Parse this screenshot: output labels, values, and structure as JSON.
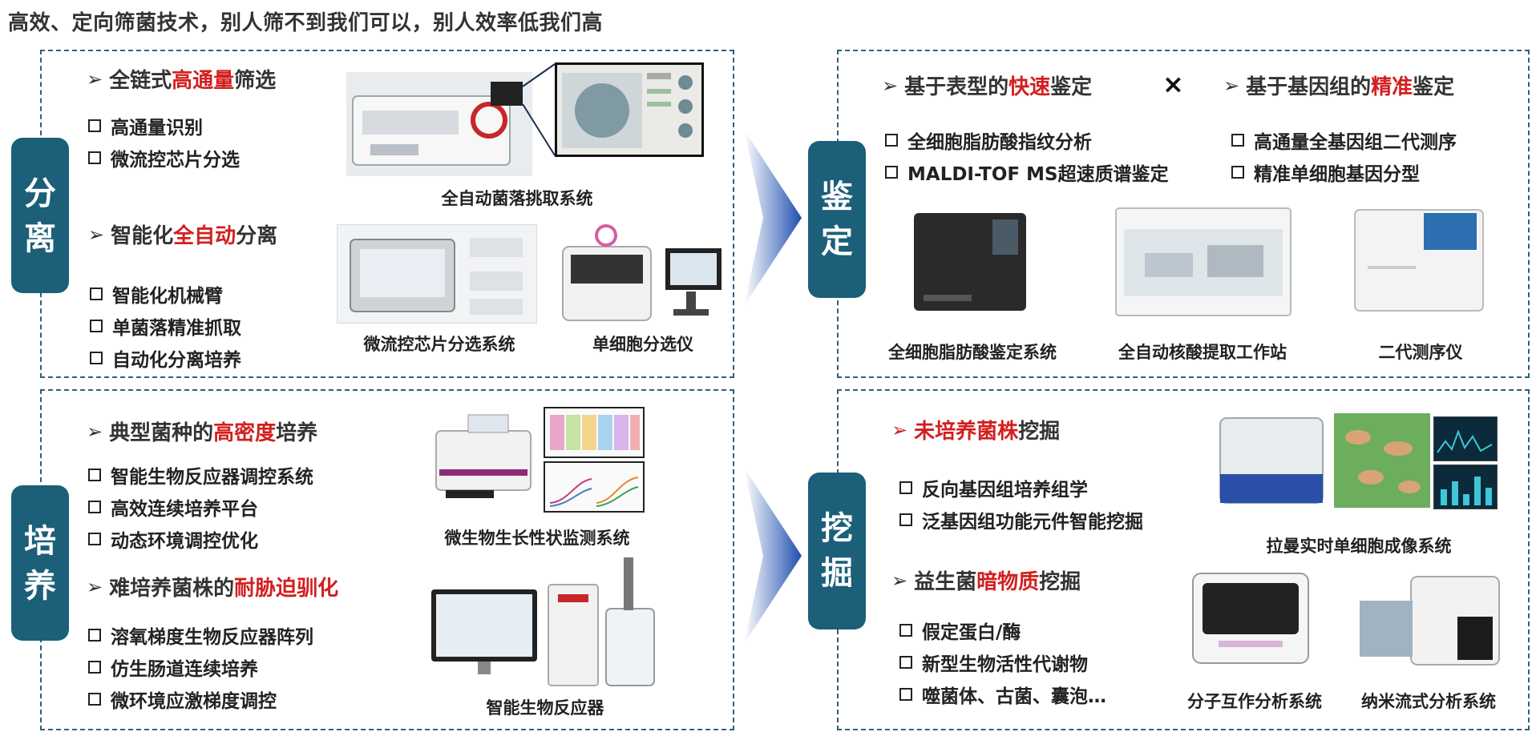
{
  "headline": "高效、定向筛菌技术，别人筛不到我们可以，别人效率低我们高",
  "colors": {
    "accent": "#d21f1f",
    "tag_bg": "#1b5f79",
    "border": "#2f5f7a",
    "arrow": "#2a4fa8"
  },
  "separation": {
    "tag": [
      "分",
      "离"
    ],
    "h1": {
      "pre": "全链式",
      "hl": "高通量",
      "post": "筛选"
    },
    "h1_items": [
      "高通量识别",
      "微流控芯片分选"
    ],
    "h2": {
      "pre": "智能化",
      "hl": "全自动",
      "post": "分离"
    },
    "h2_items": [
      "智能化机械臂",
      "单菌落精准抓取",
      "自动化分离培养"
    ],
    "cap_picker": "全自动菌落挑取系统",
    "cap_chip": "微流控芯片分选系统",
    "cap_single": "单细胞分选仪"
  },
  "culture": {
    "tag": [
      "培",
      "养"
    ],
    "h1": {
      "pre": "典型菌种的",
      "hl": "高密度",
      "post": "培养"
    },
    "h1_items": [
      "智能生物反应器调控系统",
      "高效连续培养平台",
      "动态环境调控优化"
    ],
    "h2": {
      "pre": "难培养菌株的",
      "hl": "耐胁迫驯化",
      "post": ""
    },
    "h2_items": [
      "溶氧梯度生物反应器阵列",
      "仿生肠道连续培养",
      "微环境应激梯度调控"
    ],
    "cap_monitor": "微生物生长性状监测系统",
    "cap_reactor": "智能生物反应器"
  },
  "identification": {
    "tag": [
      "鉴",
      "定"
    ],
    "h1": {
      "pre": "基于表型的",
      "hl": "快速",
      "post": "鉴定"
    },
    "cross": "×",
    "h2": {
      "pre": "基于基因组的",
      "hl": "精准",
      "post": "鉴定"
    },
    "left_items": [
      "全细胞脂肪酸指纹分析",
      "MALDI-TOF MS超速质谱鉴定"
    ],
    "right_items": [
      "高通量全基因组二代测序",
      "精准单细胞基因分型"
    ],
    "cap_fatty": "全细胞脂肪酸鉴定系统",
    "cap_nucleic": "全自动核酸提取工作站",
    "cap_seq": "二代测序仪"
  },
  "mining": {
    "tag": [
      "挖",
      "掘"
    ],
    "h1": {
      "pre": "",
      "hl": "未培养菌株",
      "post": "挖掘"
    },
    "h1_items": [
      "反向基因组培养组学",
      "泛基因组功能元件智能挖掘"
    ],
    "h2": {
      "pre": "益生菌",
      "hl": "暗物质",
      "post": "挖掘"
    },
    "h2_items": [
      "假定蛋白/酶",
      "新型生物活性代谢物",
      "噬菌体、古菌、囊泡…"
    ],
    "cap_raman": "拉曼实时单细胞成像系统",
    "cap_molecular": "分子互作分析系统",
    "cap_nanoflow": "纳米流式分析系统"
  }
}
